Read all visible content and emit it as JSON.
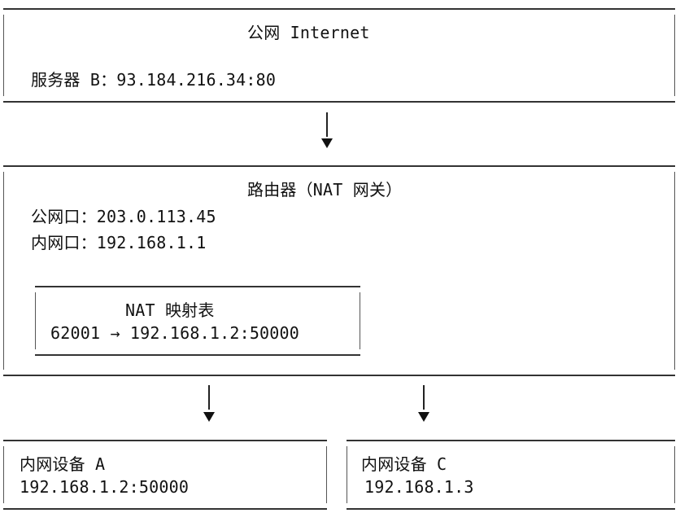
{
  "internet": {
    "title": "公网 Internet",
    "server": "服务器 B：93.184.216.34:80"
  },
  "router": {
    "title": "路由器（NAT 网关）",
    "public_port": "公网口：203.0.113.45",
    "private_port": "内网口：192.168.1.1",
    "nat_table": {
      "title": "NAT 映射表",
      "entry": "62001 → 192.168.1.2:50000"
    }
  },
  "device_a": {
    "title": "内网设备 A",
    "address": "192.168.1.2:50000"
  },
  "device_c": {
    "title": "内网设备 C",
    "address": "192.168.1.3"
  }
}
